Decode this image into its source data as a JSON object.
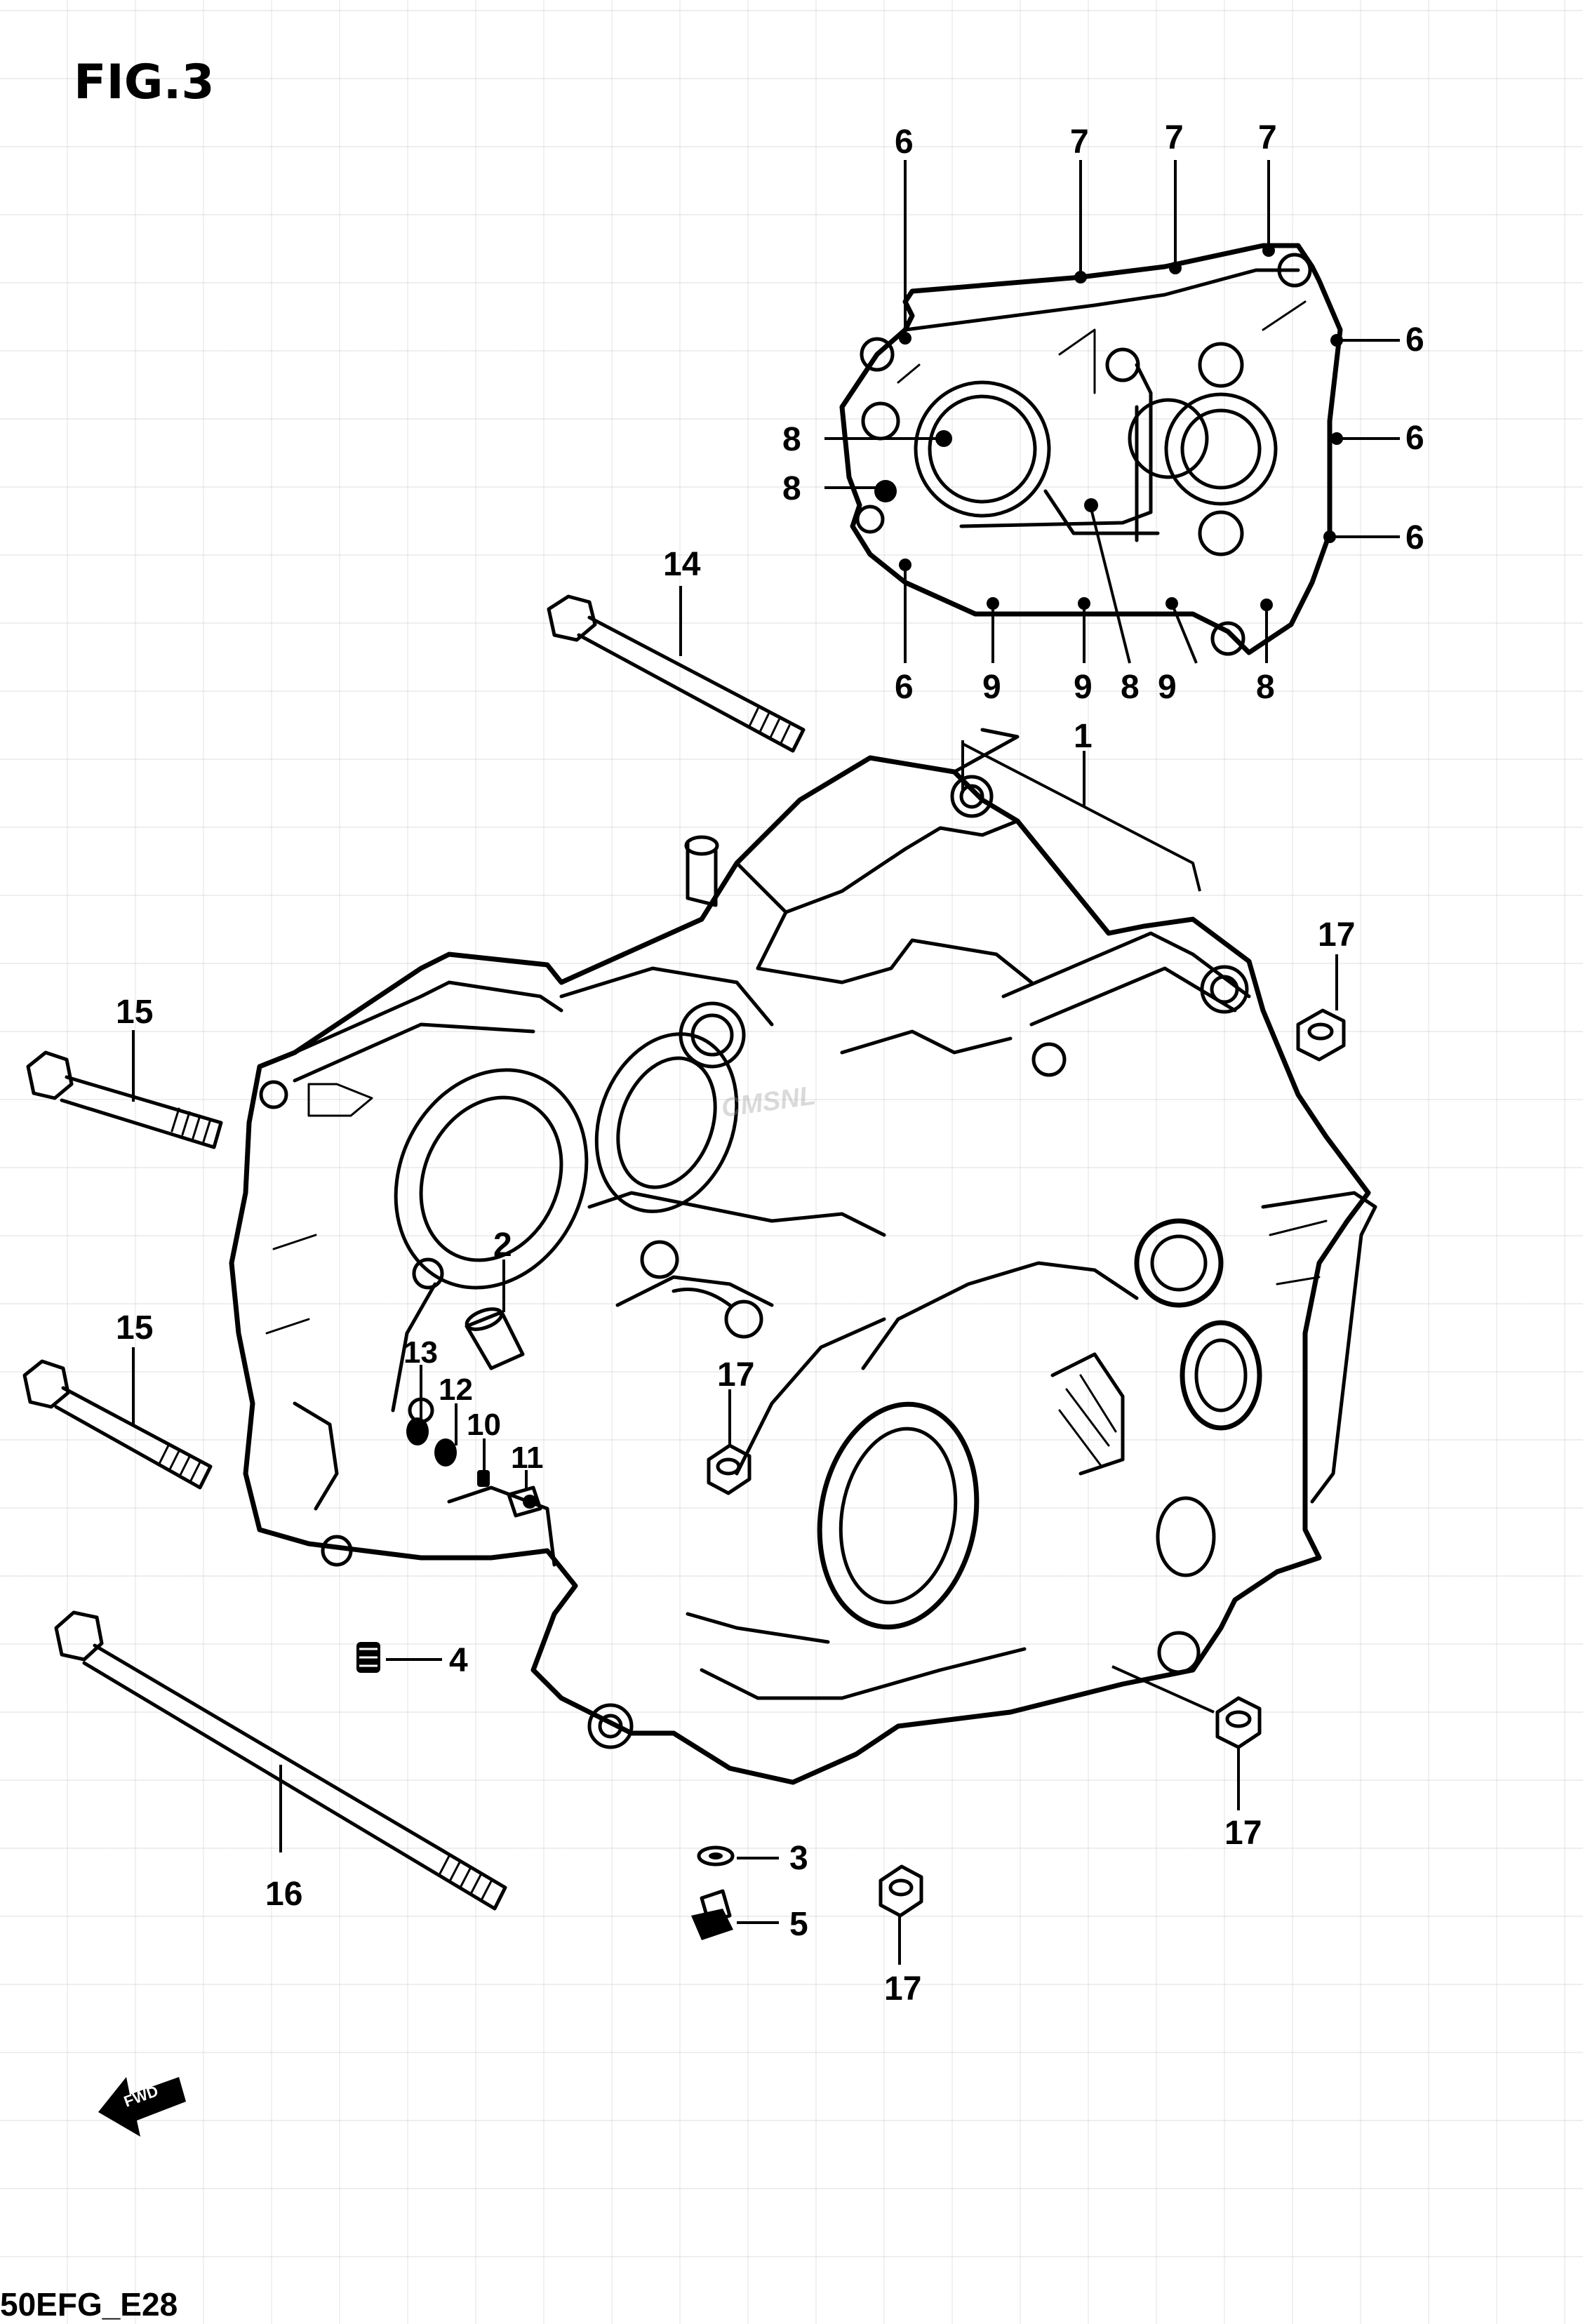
{
  "figure_title": "FIG.3",
  "footer_code": "50EFG_E28",
  "watermark": "CMSNL",
  "front_arrow_label": "FWD",
  "callouts": {
    "c6a": "6",
    "c7a": "7",
    "c7b": "7",
    "c7c": "7",
    "c6b": "6",
    "c6c": "6",
    "c6d": "6",
    "c8a": "8",
    "c8b": "8",
    "c6e": "6",
    "c9a": "9",
    "c9b": "9",
    "c8c": "8",
    "c9c": "9",
    "c8d": "8",
    "c14": "14",
    "c1": "1",
    "c17a": "17",
    "c15a": "15",
    "c15b": "15",
    "c2": "2",
    "c13": "13",
    "c12": "12",
    "c10": "10",
    "c11": "11",
    "c17b": "17",
    "c4": "4",
    "c17c": "17",
    "c16": "16",
    "c3": "3",
    "c5": "5",
    "c17d": "17"
  }
}
